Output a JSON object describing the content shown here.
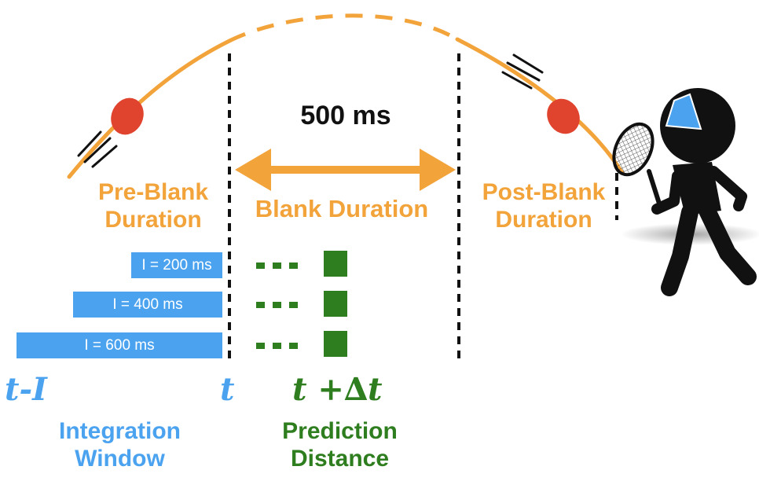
{
  "duration_label": "500 ms",
  "phases": {
    "pre_blank": [
      "Pre-Blank",
      "Duration"
    ],
    "blank": "Blank Duration",
    "post_blank": [
      "Post-Blank",
      "Duration"
    ]
  },
  "integration_bars": [
    {
      "label": "I = 200 ms"
    },
    {
      "label": "I = 400 ms"
    },
    {
      "label": "I = 600 ms"
    }
  ],
  "time_marks": {
    "t_minus_i": "t-I",
    "t": "t",
    "t_plus_dt": "t +∆t"
  },
  "bottom_labels": {
    "integration": [
      "Integration",
      "Window"
    ],
    "prediction": [
      "Prediction",
      "Distance"
    ]
  },
  "colors": {
    "orange": "#F2A33A",
    "blue": "#4BA3F0",
    "green": "#2E7D1F",
    "ball_red": "#E0442F",
    "figure": "#111111"
  }
}
